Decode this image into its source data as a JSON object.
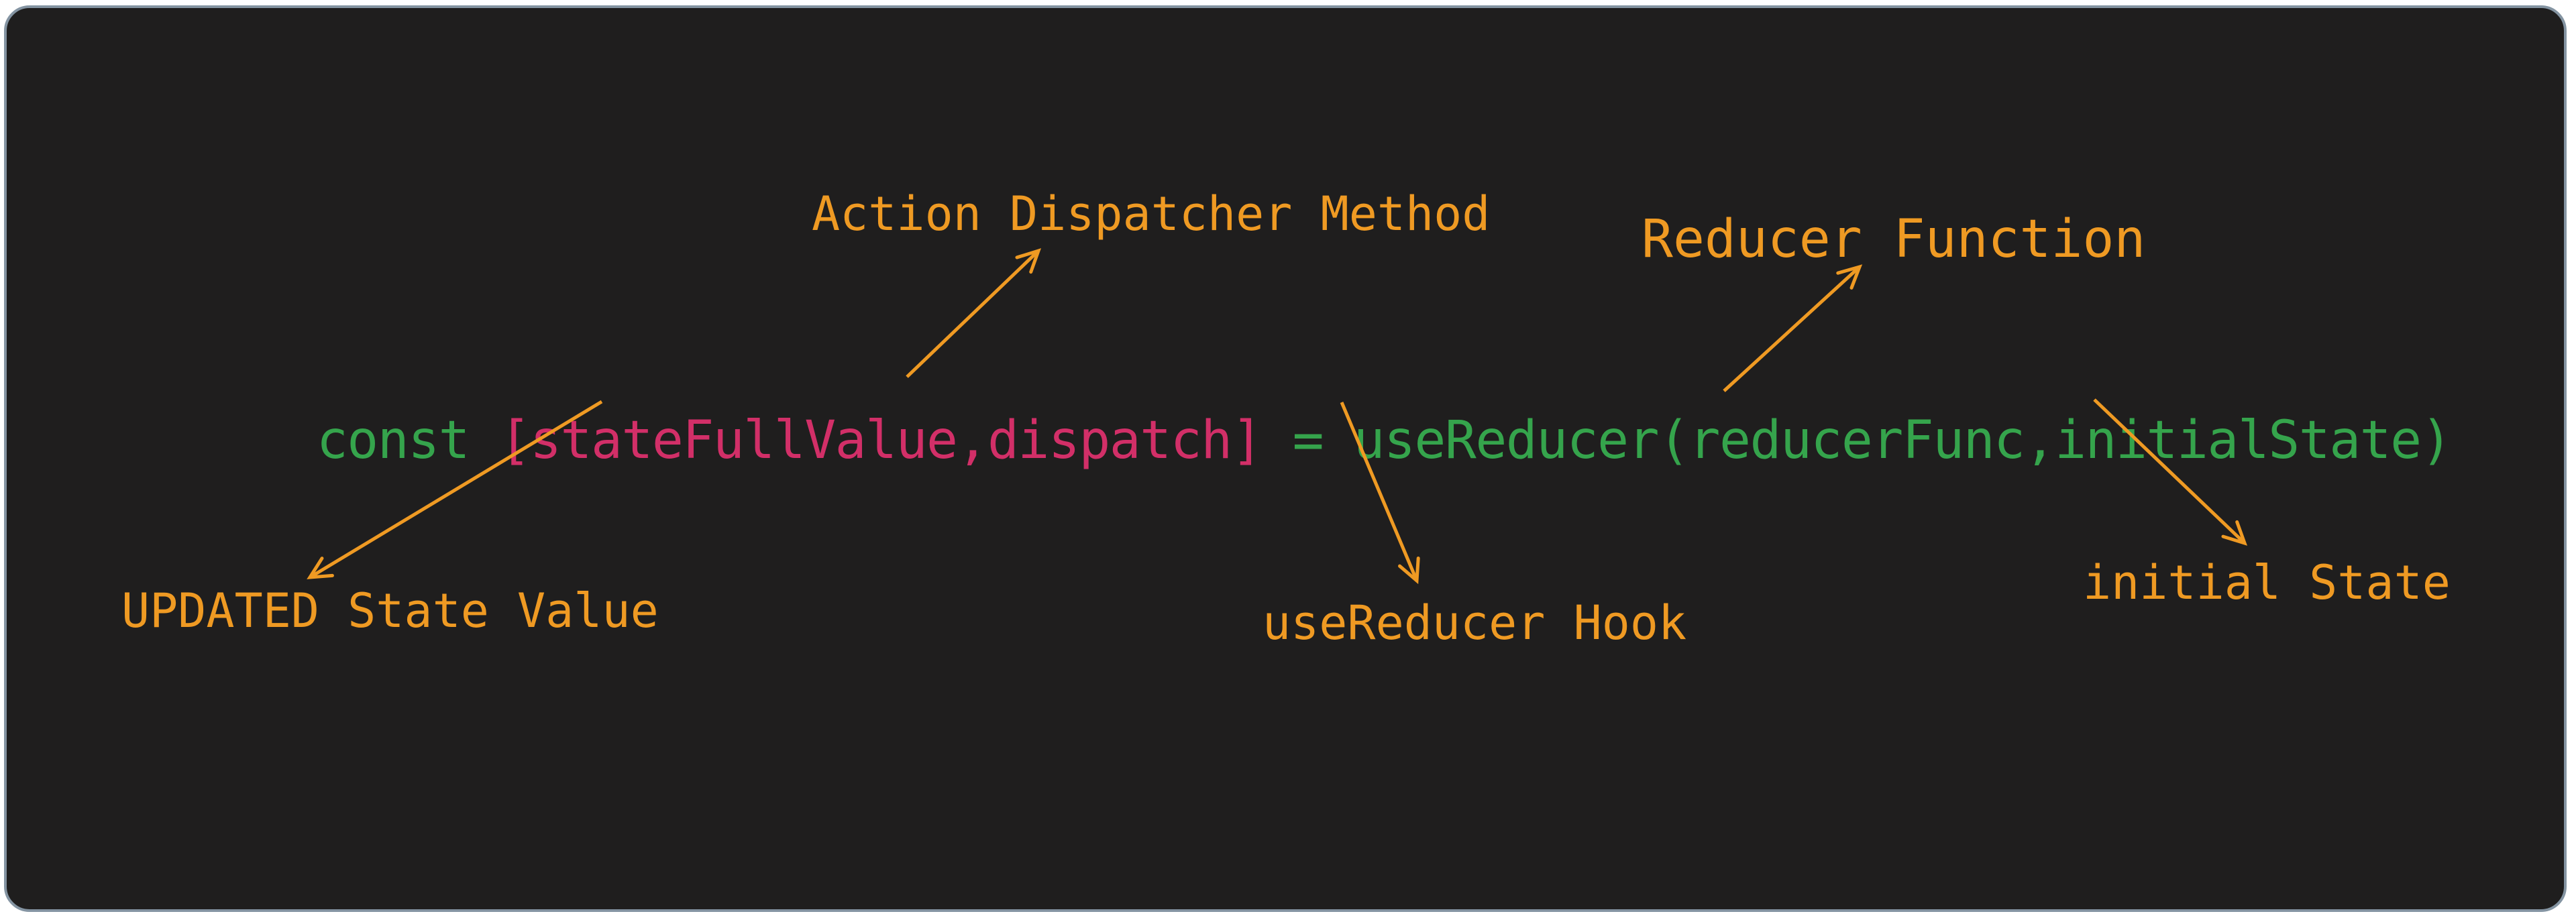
{
  "page": {
    "background": "#ffffff"
  },
  "card": {
    "background": "#1f1e1e",
    "border_color": "#8494a2"
  },
  "colors": {
    "keyword_green": "#35a44c",
    "destructure_pink": "#d22f68",
    "annotation_orange": "#ef9a23"
  },
  "code_line": {
    "full_text": "const [stateFullValue,dispatch] = useReducer(reducerFunc,initialState)",
    "tokens": [
      {
        "name": "const-keyword",
        "text": "const ",
        "color_role": "green"
      },
      {
        "name": "destructured-state-and-dispatch",
        "text": "[stateFullValue,dispatch]",
        "color_role": "pink"
      },
      {
        "name": "equals-sign",
        "text": " = ",
        "color_role": "green"
      },
      {
        "name": "usereducer-call",
        "text": "useReducer(reducerFunc,initialState)",
        "color_role": "green"
      }
    ]
  },
  "annotations": [
    {
      "id": "action-dispatcher-method",
      "label": "Action Dispatcher Method",
      "points_to": "dispatch"
    },
    {
      "id": "reducer-function",
      "label": "Reducer Function",
      "points_to": "reducerFunc"
    },
    {
      "id": "updated-state-value",
      "label": "UPDATED State Value",
      "points_to": "stateFullValue"
    },
    {
      "id": "usereducer-hook",
      "label": "useReducer Hook",
      "points_to": "useReducer"
    },
    {
      "id": "initial-state",
      "label": "initial State",
      "points_to": "initialState"
    }
  ]
}
